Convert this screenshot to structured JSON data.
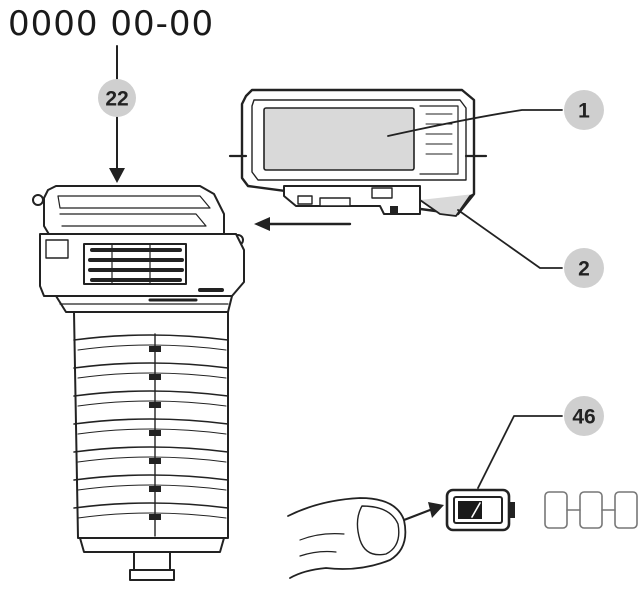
{
  "part_code": "0000  00-00",
  "callouts": {
    "c22": "22",
    "c1": "1",
    "c2": "2",
    "c46": "46"
  },
  "colors": {
    "line": "#222222",
    "callout_fill": "#cfcfcf",
    "panel_fill": "#d9d9d9",
    "battery_icon_fill": "#1a1a1a"
  },
  "icons": {
    "tool_body": "power-tool-handle-icon",
    "battery_pack": "battery-pack-icon",
    "finger": "finger-press-icon",
    "charge_indicator": "battery-indicator-icon"
  }
}
